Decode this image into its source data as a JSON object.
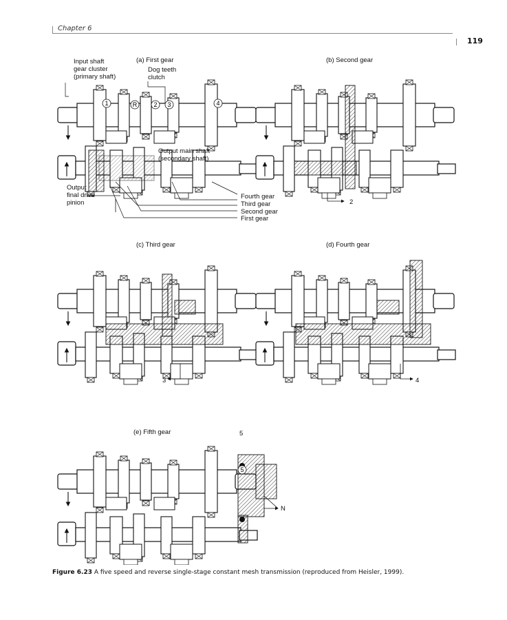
{
  "header": {
    "chapter": "Chapter 6",
    "page_number": "119"
  },
  "panels": [
    {
      "id": "a",
      "title": "(a) First gear"
    },
    {
      "id": "b",
      "title": "(b) Second gear"
    },
    {
      "id": "c",
      "title": "(c) Third gear"
    },
    {
      "id": "d",
      "title": "(d) Fourth gear"
    },
    {
      "id": "e",
      "title": "(e) Fifth gear"
    }
  ],
  "labels": {
    "input_shaft": [
      "Input shaft",
      "gear cluster",
      "(primary shaft)"
    ],
    "dog_teeth": [
      "Dog teeth",
      "clutch"
    ],
    "output_main": [
      "Output main shaft",
      "(secondary shaft)"
    ],
    "output_final": [
      "Output",
      "final drive",
      "pinion"
    ],
    "gear_names": [
      "Fourth gear",
      "Third gear",
      "Second gear",
      "First gear"
    ],
    "circled": [
      "1",
      "R",
      "2",
      "3",
      "4",
      "5"
    ],
    "arrow_tags": [
      "2",
      "3",
      "4",
      "5",
      "N"
    ]
  },
  "caption": {
    "label": "Figure 6.23",
    "text": "A five speed and reverse single-stage constant mesh transmission (reproduced from Heisler, 1999)."
  }
}
